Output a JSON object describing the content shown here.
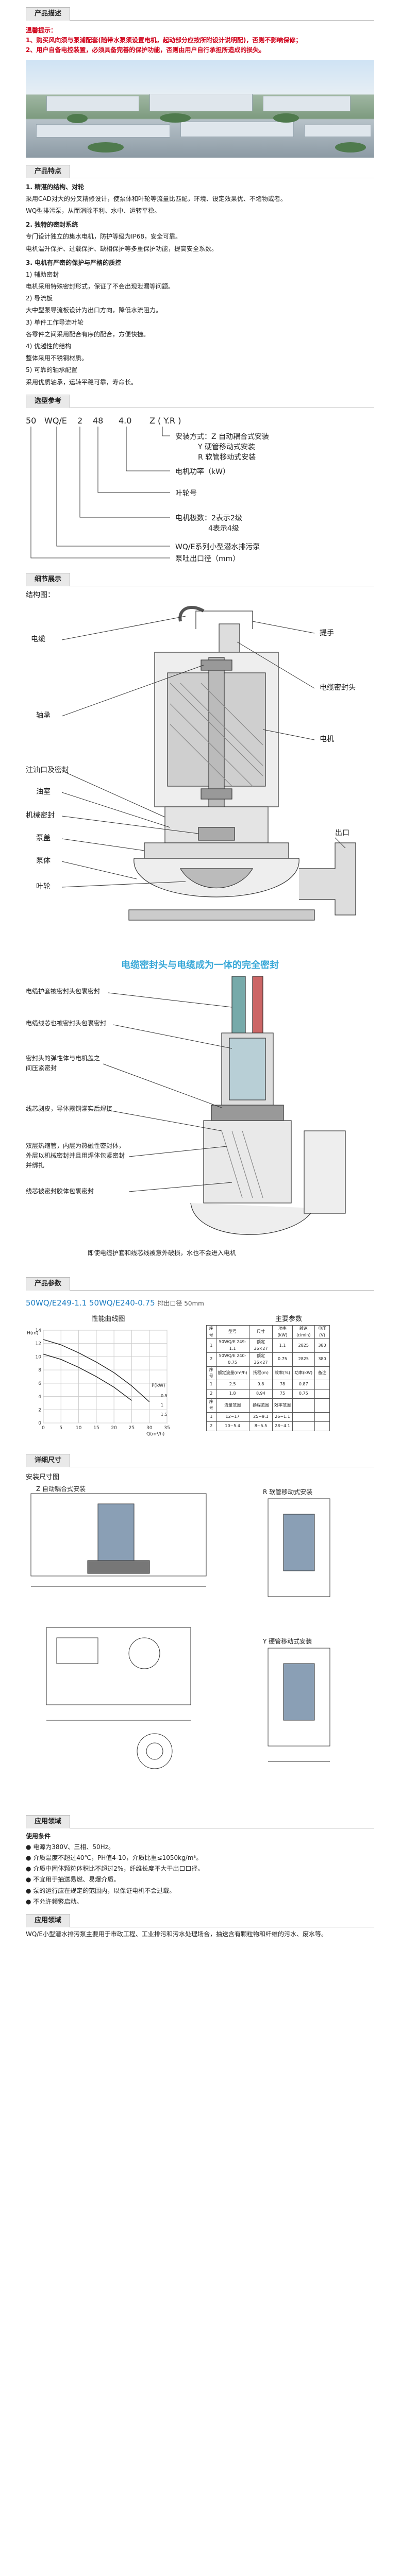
{
  "description_section": {
    "tab": "产品描述",
    "notice_title": "温馨提示：",
    "notices": [
      "1、购买风向须与泵浦配套(随带水泵须设置电机，起动部分应按所附设计说明配)，否则不影响保修；",
      "2、用户自备电控装置，必须具备完善的保护功能，否则由用户自行承担所造成的损失。"
    ]
  },
  "features_section": {
    "tab": "产品特点",
    "paragraphs": [
      "1. 精湛的结构、对轮",
      "采用CAD对大的分叉精修设计，使泵体和叶轮等流量比匹配，环境、设定效果优、不堵物或者。",
      "WQ型排污泵，从而消除不利、水中、运转平稳。",
      "2. 独特的密封系统",
      "专门设计独立的集水电机，防护等级为IP68，安全可靠。",
      "电机温升保护、过载保护、缺相保护等多重保护功能，提高安全系数。",
      "3. 电机有严密的保护与严格的质控",
      "1) 辅助密封",
      "电机采用特殊密封形式，保证了不会出现泄漏等问题。",
      "2) 导流板",
      "大中型泵导流板设计为出口方向，降低水流阻力。",
      "3) 单件工作导流叶轮",
      "各零件之间采用配合有序的配合，方便快捷。",
      "4) 优越性的结构",
      "整体采用不锈钢材质。",
      "5) 可靠的轴承配置",
      "采用优质轴承，运转平稳可靠，寿命长。"
    ]
  },
  "model_section": {
    "tab": "选型参考",
    "model_code": [
      "50",
      "WQ/E",
      "2",
      "48",
      "4.0",
      "Z ( Y.R )"
    ],
    "annotations": [
      "安装方式：Z 自动耦合式安装",
      "Y 硬管移动式安装",
      "R 软管移动式安装",
      "电机功率（kW）",
      "叶轮号",
      "电机极数：2表示2级",
      "4表示4级",
      "WQ/E系列小型潜水排污泵",
      "泵吐出口径（mm）"
    ]
  },
  "structure_section": {
    "tab": "细节展示",
    "title": "结构图：",
    "labels": [
      "电缆",
      "提手",
      "电缆密封头",
      "轴承",
      "电机",
      "注油口及密封",
      "油室",
      "机械密封",
      "泵盖",
      "泵体",
      "叶轮",
      "出口"
    ]
  },
  "seal_section": {
    "banner": "电缆密封头与电缆成为一体的完全密封",
    "labels": [
      "电缆护套被密封头包裹密封",
      "电缆线芯也被密封头包裹密封",
      "密封头的弹性体与电机盖之间压紧密封",
      "线芯剥皮，导体露铜灌实后焊接",
      "双层热缩管，内层为热融性密封体，外层以机械密封并且用焊体包紧密封并绑扎",
      "线芯被密封胶体包裹密封"
    ],
    "caption": "即使电缆护套和线芯线被意外破损，水也不会进入电机"
  },
  "params_section": {
    "tab": "产品参数",
    "model_line": "50WQ/E249-1.1  50WQ/E240-0.75",
    "model_suffix": "排出口径  50mm",
    "chart_title": "性能曲线图",
    "table_title": "主要参数",
    "table": [
      [
        "序号",
        "型号",
        "尺寸",
        "功率(kW)",
        "转速(r/min)",
        "电压(V)"
      ],
      [
        "1",
        "50WQ/E 249-1.1",
        "额定 36×27",
        "1.1",
        "2825",
        "380"
      ],
      [
        "2",
        "50WQ/E 240-0.75",
        "额定 36×27",
        "0.75",
        "2825",
        "380"
      ],
      [
        "序号",
        "额定流量(m³/h)",
        "扬程(m)",
        "效率(%)",
        "功率(kW)",
        "备注"
      ],
      [
        "1",
        "2.5",
        "9.8",
        "78",
        "0.87",
        ""
      ],
      [
        "2",
        "1.8",
        "8.94",
        "75",
        "0.75",
        ""
      ],
      [
        "序号",
        "流量范围",
        "扬程范围",
        "效率范围",
        "",
        ""
      ],
      [
        "1",
        "12~17",
        "25~9.1",
        "26~1.1",
        "",
        ""
      ],
      [
        "2",
        "10~5.4",
        "8~5.5",
        "28~4.1",
        "",
        ""
      ]
    ]
  },
  "chart_data": {
    "type": "line",
    "title": "",
    "xlabel": "Q(m³/h)",
    "ylabel": "H(m)",
    "ylim": [
      0,
      14
    ],
    "xlim": [
      0,
      35
    ],
    "x_ticks": [
      0,
      5,
      10,
      15,
      20,
      25,
      30,
      35
    ],
    "y_ticks": [
      0,
      2,
      4,
      6,
      8,
      10,
      12,
      14
    ],
    "p_label": "P(kW)",
    "p_ticks": [
      0.5,
      1.0,
      1.5
    ],
    "series": [
      {
        "name": "",
        "x": [
          0,
          5,
          10,
          15,
          20,
          25,
          30
        ],
        "y": [
          12.6,
          11.8,
          10.6,
          9.2,
          7.6,
          5.6,
          3.2
        ]
      },
      {
        "name": "",
        "x": [
          0,
          5,
          10,
          15,
          20,
          25
        ],
        "y": [
          10.4,
          9.6,
          8.4,
          7.0,
          5.4,
          3.4
        ]
      }
    ]
  },
  "install_section": {
    "tab": "详细尺寸",
    "title": "安装尺寸图",
    "labels": [
      "Z 自动耦合式安装",
      "R 软管移动式安装",
      "Y 硬管移动式安装"
    ]
  },
  "usage_section": {
    "tab": "应用领域",
    "head": "使用条件",
    "items": [
      "● 电源为380V、三相、50Hz。",
      "● 介质温度不超过40℃，PH值4-10，介质比重≤1050kg/m³。",
      "● 介质中固体颗粒体积比不超过2%，纤维长度不大于出口口径。",
      "● 不宜用于抽送易燃、易爆介质。",
      "● 泵的运行应在规定的范围内，以保证电机不会过载。",
      "● 不允许频繁启动。"
    ],
    "app_head": "应用领域",
    "app_text": "WQ/E小型潜水排污泵主要用于市政工程、工业排污和污水处理场合，抽送含有颗粒物和纤维的污水、废水等。"
  }
}
